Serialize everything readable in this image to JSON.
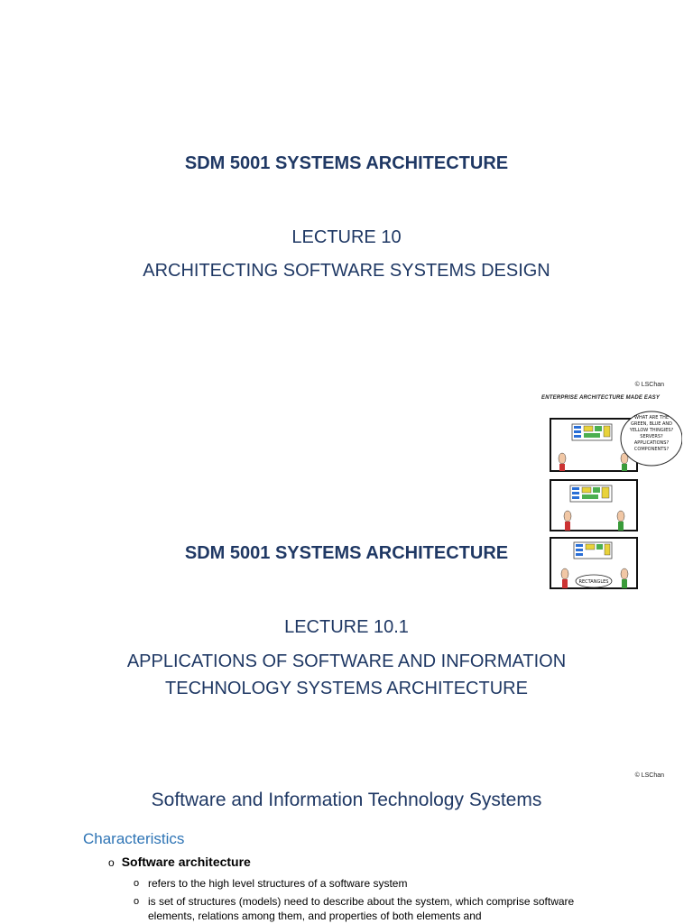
{
  "slide1": {
    "course": "SDM 5001 SYSTEMS ARCHITECTURE",
    "lecture": "LECTURE 10",
    "topic": "ARCHITECTING SOFTWARE SYSTEMS DESIGN"
  },
  "slide2": {
    "copyright": "© LSChan",
    "cartoon": {
      "caption": "ENTERPRISE ARCHITECTURE MADE EASY",
      "speech_top": [
        "WHAT ARE THE",
        "GREEN, BLUE AND",
        "YELLOW THINGIES?",
        "SERVERS?",
        "APPLICATIONS?",
        "COMPONENTS?"
      ],
      "speech_bottom": "RECTANGLES"
    },
    "course": "SDM 5001 SYSTEMS ARCHITECTURE",
    "lecture": "LECTURE 10.1",
    "topic_line1": "APPLICATIONS OF SOFTWARE AND INFORMATION",
    "topic_line2": "TECHNOLOGY SYSTEMS ARCHITECTURE"
  },
  "slide3": {
    "copyright": "© LSChan",
    "title": "Software and Information Technology Systems",
    "heading": "Characteristics",
    "bullet_marker": "o",
    "bullet1": "Software architecture",
    "sub_bullets": [
      "refers to the high level structures of a software system",
      "is set of structures (models) need to describe about the system, which comprise software elements, relations among them, and properties of both elements and"
    ]
  }
}
